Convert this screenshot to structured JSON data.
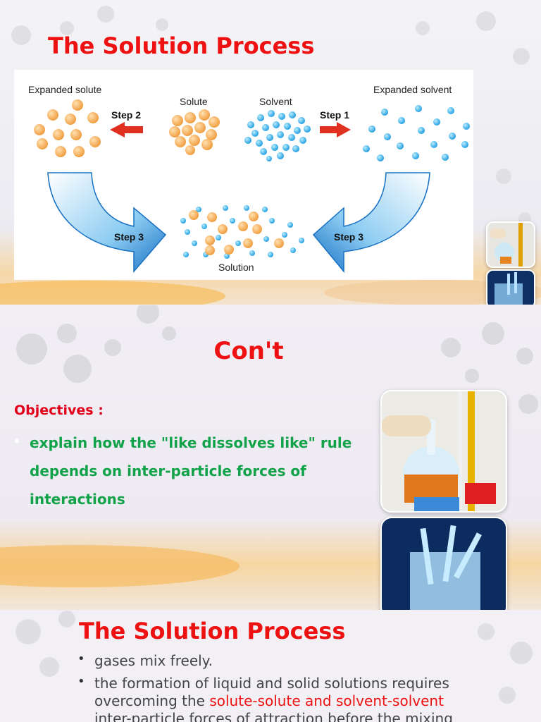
{
  "slide1": {
    "title": "The Solution Process",
    "diagram": {
      "expanded_solute": "Expanded solute",
      "solute": "Solute",
      "solvent": "Solvent",
      "expanded_solvent": "Expanded solvent",
      "step2": "Step 2",
      "step1": "Step 1",
      "step3_left": "Step 3",
      "step3_right": "Step 3",
      "solution": "Solution",
      "colors": {
        "solute": "#f5a54a",
        "solvent": "#2ba9e8",
        "arrow_red": "#e03020",
        "arrow_blue": "#1576c8"
      }
    }
  },
  "slide2": {
    "title": "Con't",
    "objectives_label": "Objectives :",
    "bullet": "•",
    "lines": [
      "explain how the \"like dissolves like\" rule",
      "depends on inter-particle forces of",
      "interactions"
    ]
  },
  "slide3": {
    "title": "The Solution Process",
    "bullet1": "gases mix freely.",
    "bullet2_line1": "the formation of liquid and solid solutions requires",
    "bullet2_line2_a": "overcoming the ",
    "bullet2_line2_b": "solute-solute and solvent-solvent",
    "bullet2_line3": "inter-particle forces of attraction before the mixing"
  }
}
